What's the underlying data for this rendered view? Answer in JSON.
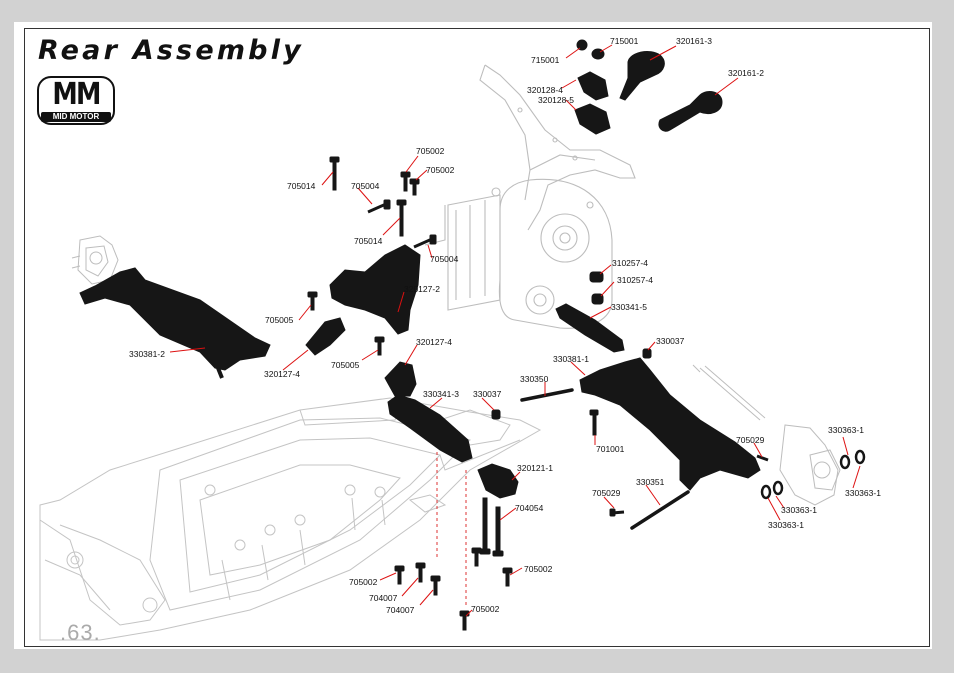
{
  "title": "Rear Assembly",
  "logo": {
    "mark": "MM",
    "text": "MID MOTOR"
  },
  "page_number": ".63.",
  "part_labels": [
    "715001",
    "715001",
    "320161-3",
    "320161-2",
    "320128-4",
    "320128-5",
    "705002",
    "705002",
    "705014",
    "705004",
    "705014",
    "705004",
    "320127-2",
    "705005",
    "320127-4",
    "705005",
    "320127-4",
    "330381-2",
    "310257-4",
    "310257-4",
    "330341-5",
    "330037",
    "330381-1",
    "330350",
    "330341-3",
    "330037",
    "701001",
    "705029",
    "330363-1",
    "330363-1",
    "330363-1",
    "330363-1",
    "320121-1",
    "704054",
    "330351",
    "705029",
    "705002",
    "705002",
    "704007",
    "704007",
    "705002"
  ]
}
